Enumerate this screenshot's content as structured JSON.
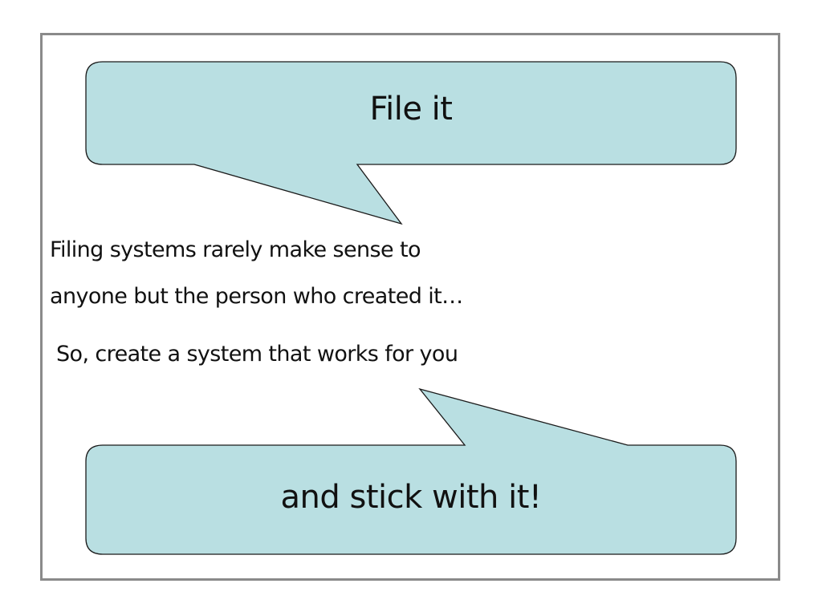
{
  "top_bubble": {
    "text": "File it"
  },
  "body": {
    "line_1": "Filing systems rarely make sense to",
    "line_2": "anyone but the person who created it…",
    "line_3": "So, create a system that works for you"
  },
  "bottom_bubble": {
    "text": "and stick with it!"
  },
  "colors": {
    "bubble_fill": "#b9dfe2",
    "bubble_stroke": "#1a1a1a",
    "frame_border": "#8a8a8a",
    "text": "#111111"
  }
}
